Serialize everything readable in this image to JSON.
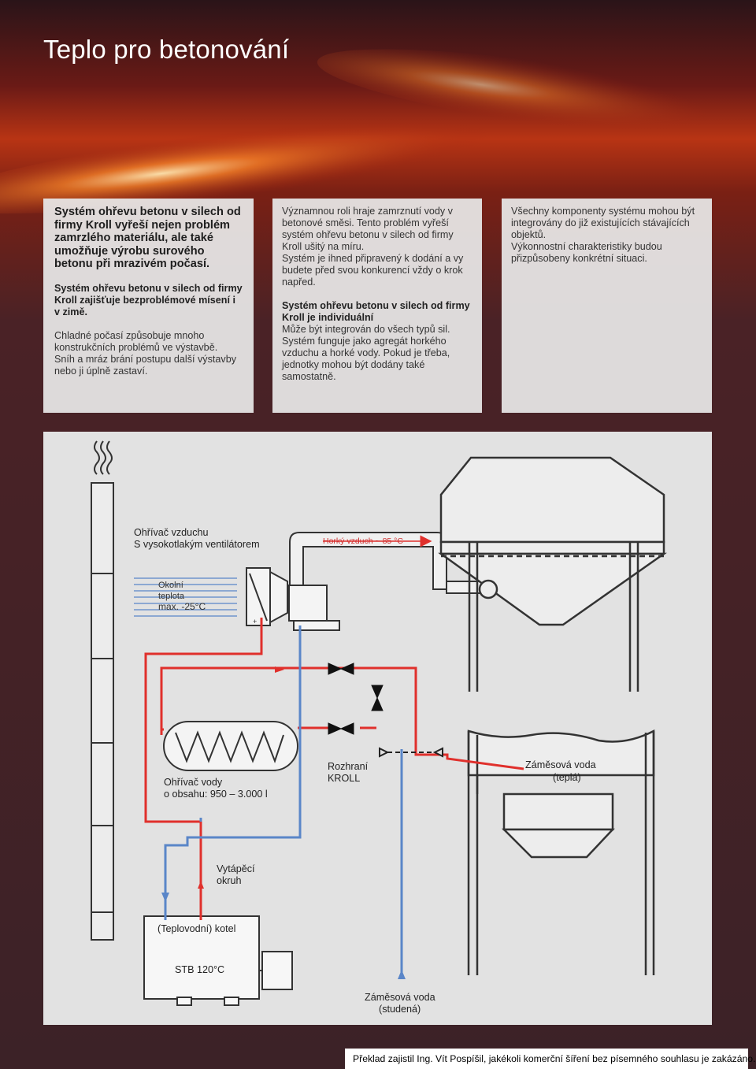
{
  "page": {
    "title": "Teplo pro betonování",
    "footer": "Překlad zajistil Ing. Vít Pospíšil, jakékoli komerční šíření bez písemného souhlasu je zakázáno."
  },
  "card1": {
    "lead": "Systém ohřevu betonu v silech od firmy Kroll vyřeší nejen problém zamrzlého materiálu, ale také umožňuje výrobu surového betonu při mrazivém počasí.",
    "bold": "Systém ohřevu betonu v silech od firmy Kroll zajišťuje bezproblémové mísení i v zimě.",
    "text1": "Chladné počasí způsobuje mnoho konstrukčních problémů ve výstavbě.",
    "text2": "Sníh a mráz brání postupu další výstavby nebo ji úplně zastaví."
  },
  "card2": {
    "text1": "Významnou roli hraje zamrznutí vody v betonové směsi. Tento problém vyřeší systém ohřevu betonu v silech od firmy Kroll ušitý na míru.",
    "text2": "Systém je ihned připravený k dodání a vy budete před svou konkurencí vždy o krok napřed.",
    "bold": "Systém ohřevu betonu v silech od firmy Kroll je individuální",
    "text3": "Může být integrován do všech typů sil.",
    "text4": "Systém funguje jako agregát horkého vzduchu a horké vody. Pokud je třeba, jednotky mohou být dodány také samostatně."
  },
  "card3": {
    "text1": "Všechny komponenty systému mohou být integrovány do již existujících stávajících objektů.",
    "text2": "Výkonnostní charakteristiky budou přizpůsobeny konkrétní situaci."
  },
  "diagram": {
    "air_heater_1": "Ohřívač vzduchu",
    "air_heater_2": "S vysokotlakým ventilátorem",
    "hot_air": "Horký vzduch ~ 85 °C",
    "ambient_1": "Okolní",
    "ambient_2": "teplota",
    "ambient_3": "max. -25°C",
    "water_heater_1": "Ohřívač vody",
    "water_heater_2": "o obsahu: 950 – 3.000 l",
    "interface_1": "Rozhraní",
    "interface_2": "KROLL",
    "mix_warm_1": "Záměsová voda",
    "mix_warm_2": "(teplá)",
    "heating_1": "Vytápěcí",
    "heating_2": "okruh",
    "boiler": "(Teplovodní) kotel",
    "stb": "STB 120°C",
    "mix_cold_1": "Záměsová voda",
    "mix_cold_2": "(studená)"
  },
  "colors": {
    "hot": "#e0302c",
    "cold": "#5a86c8",
    "panel": "#e2e2e2",
    "line": "#222222"
  }
}
